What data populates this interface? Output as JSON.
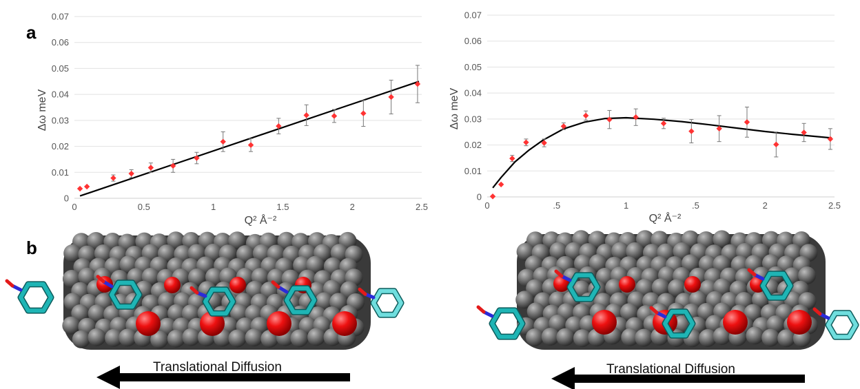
{
  "panel_labels": {
    "a": "a",
    "b": "b"
  },
  "illustration": {
    "arrow_label_left": "Translational Diffusion",
    "arrow_label_right": "Translational Diffusion",
    "colors": {
      "sphere_gray": "#6a6a6a",
      "oxygen_red": "#e31a1a",
      "molecule_teal": "#1fb5b5",
      "molecule_light_cyan": "#6fdede",
      "nitrogen_blue": "#2b2bd8",
      "arrow": "#000000"
    }
  },
  "chart_data": [
    {
      "type": "scatter",
      "title": "",
      "xlabel": "Q² Å⁻²",
      "ylabel": "Δω meV",
      "xlim": [
        0,
        2.5
      ],
      "ylim": [
        0,
        0.07
      ],
      "x_ticks": [
        "0",
        "0.5",
        "1",
        "1.5",
        "2",
        "2.5"
      ],
      "y_ticks": [
        "0",
        "0.01",
        "0.02",
        "0.03",
        "0.04",
        "0.05",
        "0.06",
        "0.07"
      ],
      "grid": "horizontal",
      "marker_color": "#ff3333",
      "fit_color": "#000000",
      "points": [
        {
          "x": 0.04,
          "y": 0.0037,
          "err": 0
        },
        {
          "x": 0.09,
          "y": 0.0045,
          "err": 0
        },
        {
          "x": 0.28,
          "y": 0.0078,
          "err": 0.0012
        },
        {
          "x": 0.41,
          "y": 0.0095,
          "err": 0.0015
        },
        {
          "x": 0.55,
          "y": 0.0118,
          "err": 0.0018
        },
        {
          "x": 0.71,
          "y": 0.0125,
          "err": 0.0025
        },
        {
          "x": 0.88,
          "y": 0.0155,
          "err": 0.0022
        },
        {
          "x": 1.07,
          "y": 0.0218,
          "err": 0.0038
        },
        {
          "x": 1.27,
          "y": 0.0205,
          "err": 0.0025
        },
        {
          "x": 1.47,
          "y": 0.0278,
          "err": 0.003
        },
        {
          "x": 1.67,
          "y": 0.032,
          "err": 0.004
        },
        {
          "x": 1.87,
          "y": 0.0317,
          "err": 0.0025
        },
        {
          "x": 2.08,
          "y": 0.0327,
          "err": 0.005
        },
        {
          "x": 2.28,
          "y": 0.039,
          "err": 0.0065
        },
        {
          "x": 2.47,
          "y": 0.044,
          "err": 0.0072
        }
      ],
      "fit_line": [
        {
          "x": 0.04,
          "y": 0.0009
        },
        {
          "x": 2.48,
          "y": 0.045
        }
      ]
    },
    {
      "type": "scatter",
      "title": "",
      "xlabel": "Q² Å⁻²",
      "ylabel": "Δω meV",
      "xlim": [
        0,
        2.5
      ],
      "ylim": [
        0,
        0.07
      ],
      "x_ticks": [
        "0",
        ".5",
        "1",
        ".5",
        "2",
        "2.5"
      ],
      "y_ticks": [
        "0",
        "0.01",
        "0.02",
        "0.03",
        "0.04",
        "0.05",
        "0.06",
        "0.07"
      ],
      "grid": "horizontal",
      "marker_color": "#ff3333",
      "fit_color": "#000000",
      "points": [
        {
          "x": 0.04,
          "y": 0.0002,
          "err": 0
        },
        {
          "x": 0.1,
          "y": 0.0048,
          "err": 0
        },
        {
          "x": 0.18,
          "y": 0.0148,
          "err": 0.0012
        },
        {
          "x": 0.28,
          "y": 0.021,
          "err": 0.0013
        },
        {
          "x": 0.41,
          "y": 0.0208,
          "err": 0.0015
        },
        {
          "x": 0.55,
          "y": 0.0272,
          "err": 0.0013
        },
        {
          "x": 0.71,
          "y": 0.0313,
          "err": 0.0018
        },
        {
          "x": 0.88,
          "y": 0.0298,
          "err": 0.0035
        },
        {
          "x": 1.07,
          "y": 0.0307,
          "err": 0.0032
        },
        {
          "x": 1.27,
          "y": 0.0283,
          "err": 0.002
        },
        {
          "x": 1.47,
          "y": 0.0253,
          "err": 0.0045
        },
        {
          "x": 1.67,
          "y": 0.0263,
          "err": 0.005
        },
        {
          "x": 1.87,
          "y": 0.0288,
          "err": 0.0058
        },
        {
          "x": 2.08,
          "y": 0.0202,
          "err": 0.0048
        },
        {
          "x": 2.28,
          "y": 0.0248,
          "err": 0.0035
        },
        {
          "x": 2.47,
          "y": 0.0223,
          "err": 0.004
        }
      ],
      "fit_line": [
        {
          "x": 0.04,
          "y": 0.0035
        },
        {
          "x": 0.1,
          "y": 0.0075
        },
        {
          "x": 0.2,
          "y": 0.0135
        },
        {
          "x": 0.3,
          "y": 0.018
        },
        {
          "x": 0.4,
          "y": 0.0218
        },
        {
          "x": 0.55,
          "y": 0.0262
        },
        {
          "x": 0.7,
          "y": 0.0288
        },
        {
          "x": 0.85,
          "y": 0.0302
        },
        {
          "x": 1.0,
          "y": 0.0305
        },
        {
          "x": 1.2,
          "y": 0.0299
        },
        {
          "x": 1.4,
          "y": 0.029
        },
        {
          "x": 1.6,
          "y": 0.0278
        },
        {
          "x": 1.8,
          "y": 0.0265
        },
        {
          "x": 2.0,
          "y": 0.0252
        },
        {
          "x": 2.2,
          "y": 0.0241
        },
        {
          "x": 2.48,
          "y": 0.0227
        }
      ]
    }
  ]
}
